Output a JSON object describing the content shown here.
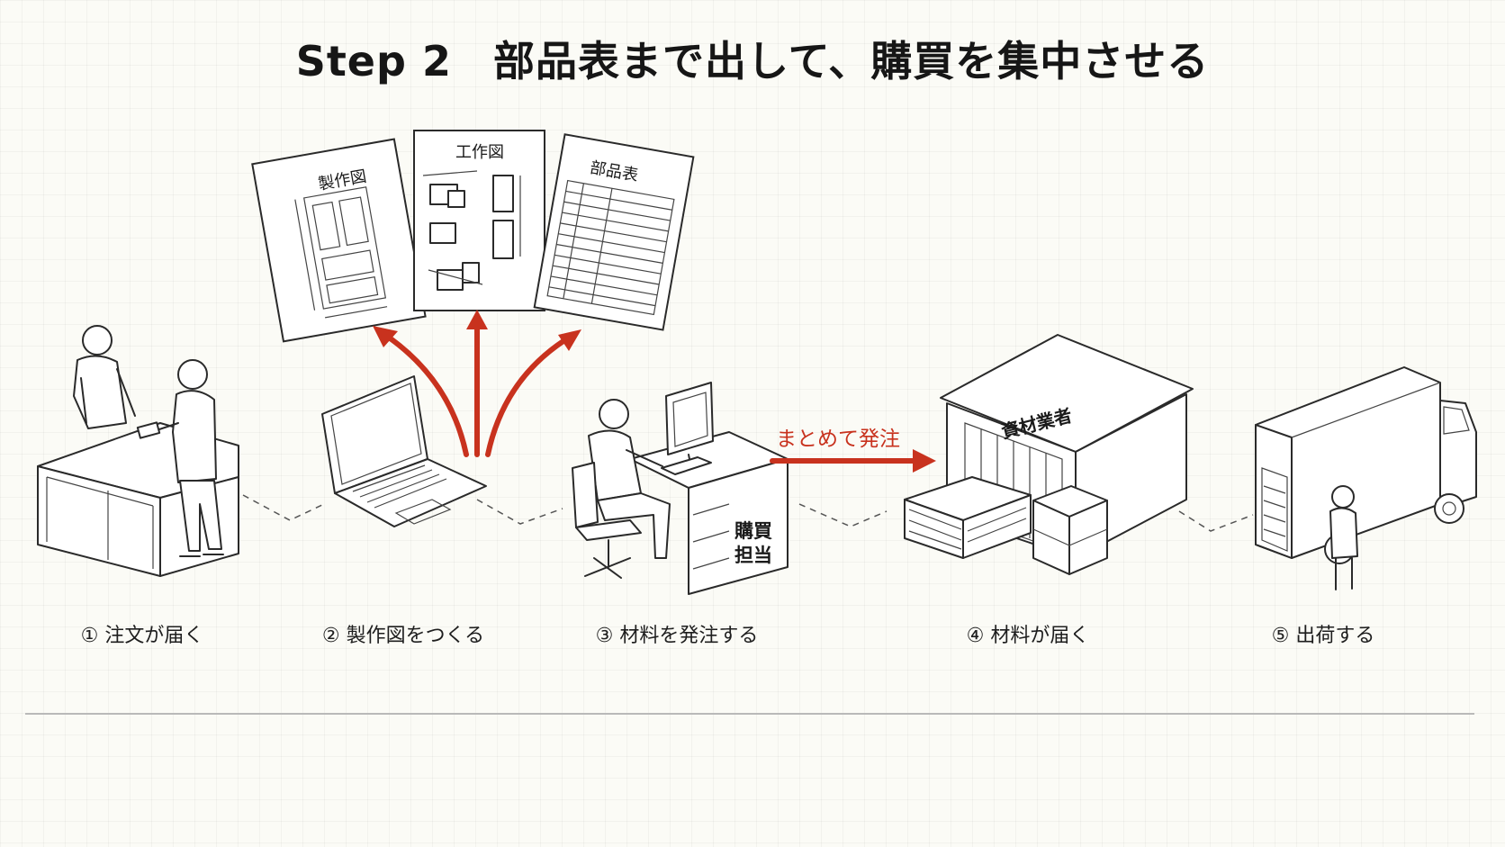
{
  "title": {
    "step": "Step 2",
    "heading": "部品表まで出して、購買を集中させる"
  },
  "documents": [
    {
      "title": "製作図"
    },
    {
      "title": "工作図"
    },
    {
      "title": "部品表"
    }
  ],
  "annotations": {
    "bulk_order": "まとめて発注",
    "buyer_line1": "購買",
    "buyer_line2": "担当",
    "supplier": "資材業者"
  },
  "steps": [
    {
      "label": "① 注文が届く"
    },
    {
      "label": "② 製作図をつくる"
    },
    {
      "label": "③ 材料を発注する"
    },
    {
      "label": "④ 材料が届く"
    },
    {
      "label": "⑤ 出荷する"
    }
  ],
  "colors": {
    "accent": "#c8321e",
    "line": "#2a2a2a",
    "background": "#fbfbf6"
  }
}
